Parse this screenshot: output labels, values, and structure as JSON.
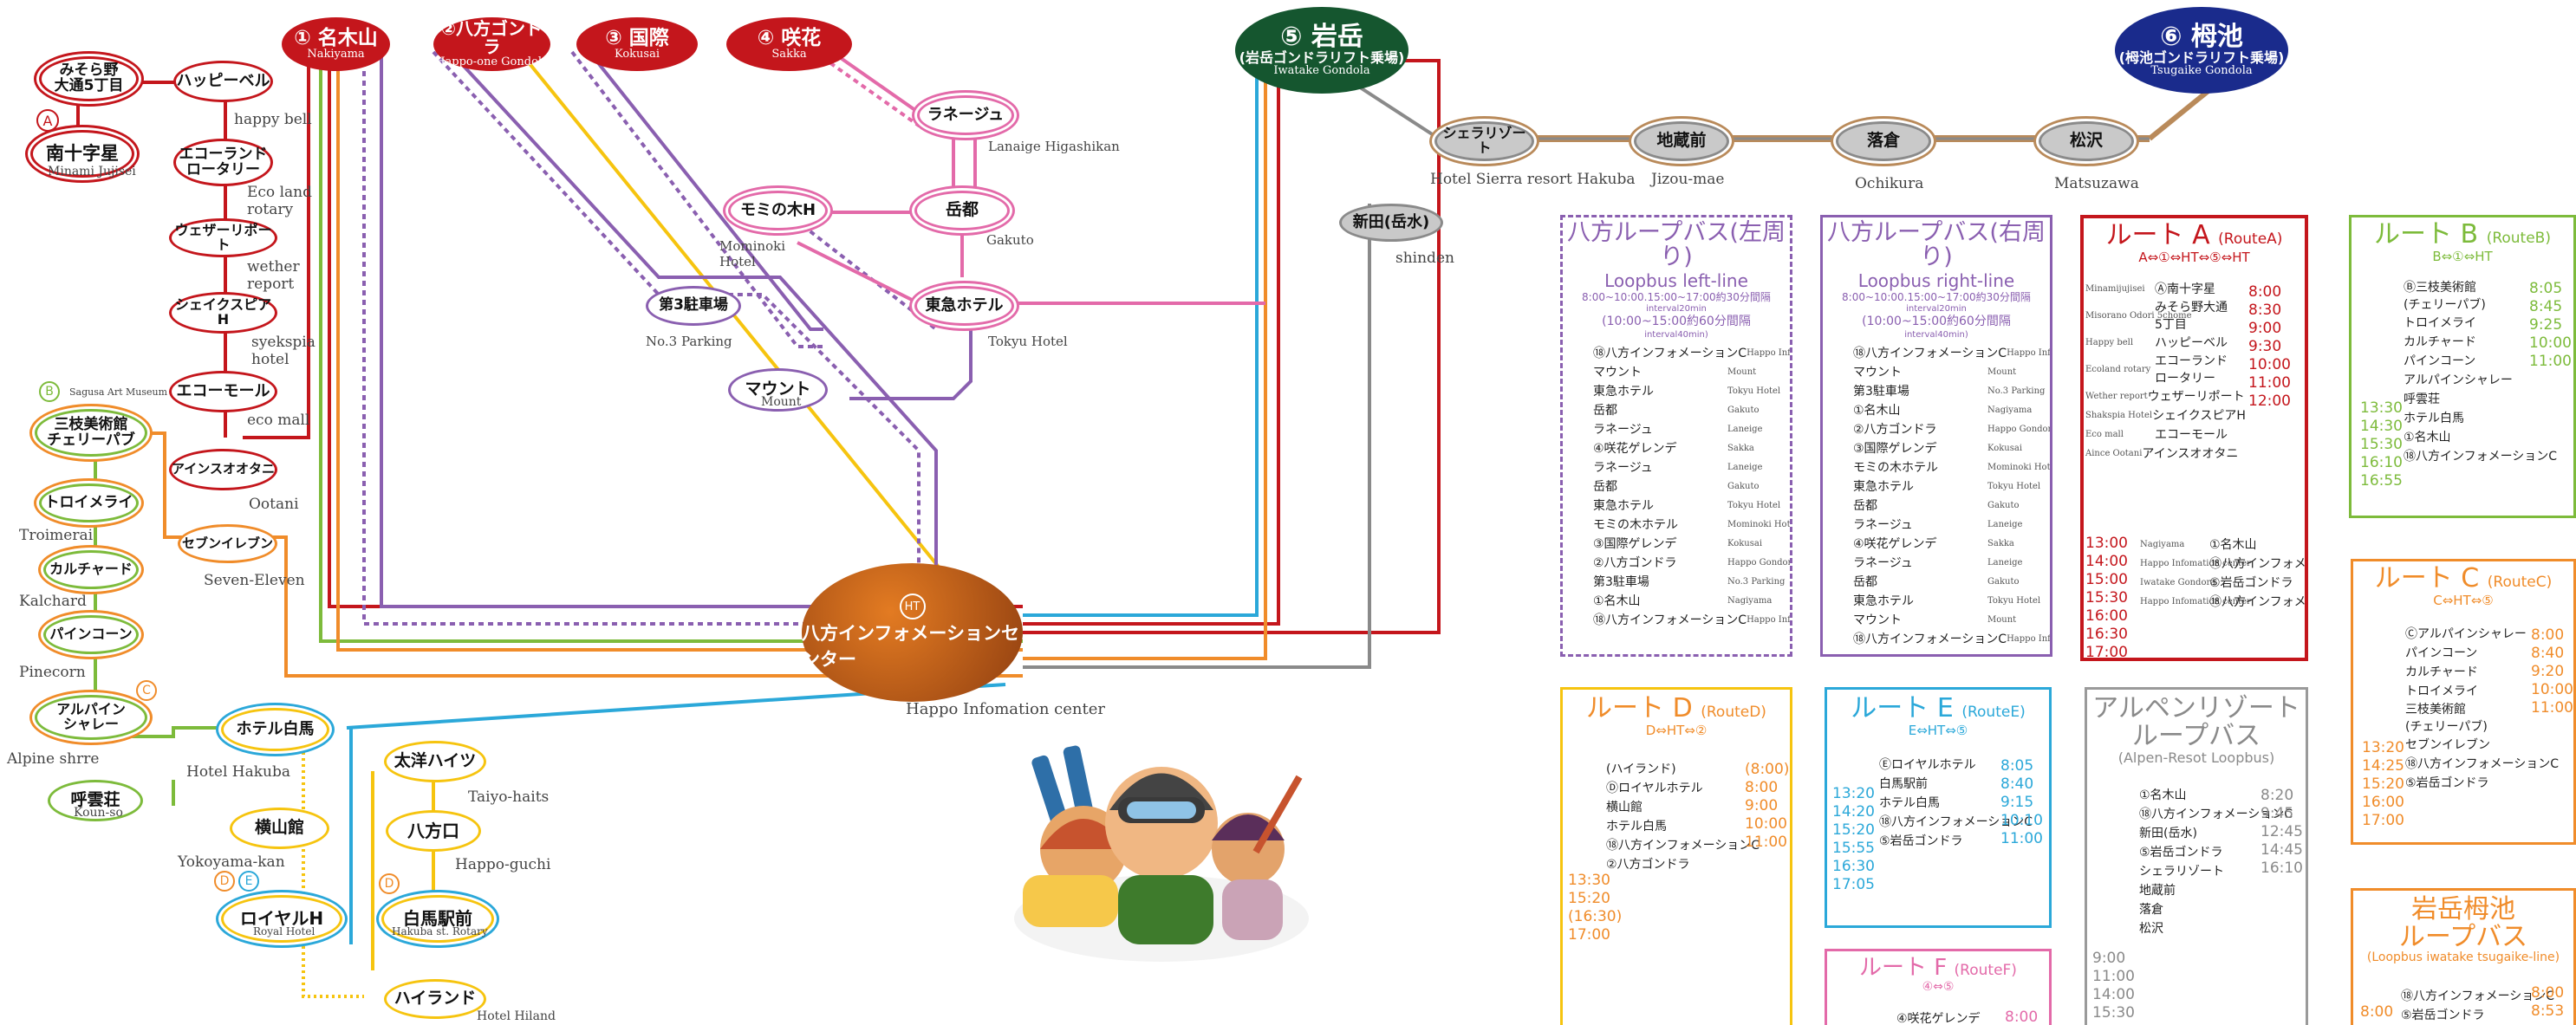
{
  "colors": {
    "red": "#c4161c",
    "pink": "#e36aa9",
    "purple": "#8a5fb0",
    "blue": "#2ba8d9",
    "orange": "#f08c2a",
    "green": "#7dbb3b",
    "yellow": "#f6c40f",
    "grey": "#8a8a8a",
    "brown": "#b98a5a",
    "navy": "#1a2b8c",
    "darkgreen": "#15562f"
  },
  "top": {
    "nakiyama": {
      "jp": "① 名木山",
      "en": "Nakiyama"
    },
    "happo_gondola": {
      "jp": "②八方ゴンドラ",
      "en": "Happo-one Gondola"
    },
    "kokusai": {
      "jp": "③ 国際",
      "en": "Kokusai"
    },
    "sakka": {
      "jp": "④ 咲花",
      "en": "Sakka"
    },
    "iwatake": {
      "jp": "⑤ 岩岳",
      "jp2": "(岩岳ゴンドラリフト乗場)",
      "en": "Iwatake Gondola"
    },
    "tsugaike": {
      "jp": "⑥ 栂池",
      "jp2": "(栂池ゴンドラリフト乗場)",
      "en": "Tsugaike Gondola"
    }
  },
  "center": {
    "badge": "HT",
    "jp": "八方インフォメーションセンター",
    "en": "Happo Infomation center"
  },
  "stops": {
    "misorano": "みそら野\n大通5丁目",
    "minamijujisei": "南十字星",
    "minamijujisei_en": "Minami Jujisei",
    "happybell": "ハッピーベル",
    "happybell_en": "happy bell",
    "ecoland": "エコーランド\nロータリー",
    "ecoland_en": "Eco land\nrotary",
    "weather": "ウェザーリポート",
    "weather_en": "wether\nreport",
    "shakes": "シェイクスピアH",
    "shakes_en": "syekspia\nhotel",
    "ecomall": "エコーモール",
    "ecomall_en": "eco mall",
    "otani": "アインスオオタニ",
    "otani_en": "Ootani",
    "seveneleven": "セブンイレブン",
    "seveneleven_en": "Seven-Eleven",
    "sanshi": "三枝美術館\nチェリーパブ",
    "sanshi_en": "Sagusa Art Museum",
    "toroi": "トロイメライ",
    "toroi_en": "Troimerai",
    "kal": "カルチャード",
    "kal_en": "Kalchard",
    "pine": "パインコーン",
    "pine_en": "Pinecorn",
    "alp": "アルパイン\nシャレー",
    "alp_en": "Alpine shrre",
    "koun": "呼雲荘",
    "koun_en": "Koun-so",
    "hakuba": "ホテル白馬",
    "hakuba_en": "Hotel Hakuba",
    "yokoyama": "横山館",
    "yokoyama_en": "Yokoyama-kan",
    "royal": "ロイヤルH",
    "royal_en": "Royal Hotel",
    "taiyo": "太洋ハイツ",
    "taiyo_en": "Taiyo-haits",
    "happoguchi": "八方口",
    "happoguchi_en": "Happo-guchi",
    "hakubast": "白馬駅前",
    "hakubast_en": "Hakuba st. Rotary",
    "hiland": "ハイランド",
    "hiland_en": "Hotel Hiland",
    "lanaige": "ラネージュ",
    "lanaige_en": "Lanaige Higashikan",
    "momi": "モミの木H",
    "momi_en": "Mominoki\nHotel",
    "gakuto": "岳都",
    "gakuto_en": "Gakuto",
    "tokyu": "東急ホテル",
    "tokyu_en": "Tokyu Hotel",
    "no3": "第3駐車場",
    "no3_en": "No.3 Parking",
    "mount": "マウント",
    "mount_en": "Mount",
    "sierra": "シェラリゾート",
    "sierra_en": "Hotel Sierra resort Hakuba",
    "jizou": "地蔵前",
    "jizou_en": "Jizou-mae",
    "ochi": "落倉",
    "ochi_en": "Ochikura",
    "matsu": "松沢",
    "matsu_en": "Matsuzawa",
    "shinden": "新田(岳水)",
    "shinden_en": "shinden"
  },
  "markers": {
    "a": "A",
    "b": "B",
    "c": "C",
    "d": "D",
    "e": "E"
  },
  "panels": {
    "loop_left": {
      "title": "八方ループバス(左周り)",
      "sub": "Loopbus left-line",
      "note1": "8:00~10:00.15:00~17:00約30分間隔",
      "note1en": "interval20min",
      "note2": "(10:00~15:00約60分間隔",
      "note2en": "interval40min)",
      "rows": [
        [
          "⑱八方インフォメーションC",
          "Happo Infomation center"
        ],
        [
          "マウント",
          "Mount"
        ],
        [
          "東急ホテル",
          "Tokyu Hotel"
        ],
        [
          "岳都",
          "Gakuto"
        ],
        [
          "ラネージュ",
          "Laneige"
        ],
        [
          "④咲花ゲレンデ",
          "Sakka"
        ],
        [
          "ラネージュ",
          "Laneige"
        ],
        [
          "岳都",
          "Gakuto"
        ],
        [
          "東急ホテル",
          "Tokyu Hotel"
        ],
        [
          "モミの木ホテル",
          "Mominoki Hotel"
        ],
        [
          "③国際ゲレンデ",
          "Kokusai"
        ],
        [
          "②八方ゴンドラ",
          "Happo Gondora"
        ],
        [
          "第3駐車場",
          "No.3 Parking"
        ],
        [
          "①名木山",
          "Nagiyama"
        ],
        [
          "⑱八方インフォメーションC",
          "Happo Infomation center"
        ]
      ]
    },
    "loop_right": {
      "title": "八方ループバス(右周り)",
      "sub": "Loopbus right-line",
      "note1": "8:00~10:00.15:00~17:00約30分間隔",
      "note1en": "interval20min",
      "note2": "(10:00~15:00約60分間隔",
      "note2en": "interval40min)",
      "rows": [
        [
          "⑱八方インフォメーションC",
          "Happo Infomation center"
        ],
        [
          "マウント",
          "Mount"
        ],
        [
          "第3駐車場",
          "No.3 Parking"
        ],
        [
          "①名木山",
          "Nagiyama"
        ],
        [
          "②八方ゴンドラ",
          "Happo Gondora"
        ],
        [
          "③国際ゲレンデ",
          "Kokusai"
        ],
        [
          "モミの木ホテル",
          "Mominoki Hotel"
        ],
        [
          "東急ホテル",
          "Tokyu Hotel"
        ],
        [
          "岳都",
          "Gakuto"
        ],
        [
          "ラネージュ",
          "Laneige"
        ],
        [
          "④咲花ゲレンデ",
          "Sakka"
        ],
        [
          "ラネージュ",
          "Laneige"
        ],
        [
          "岳都",
          "Gakuto"
        ],
        [
          "東急ホテル",
          "Tokyu Hotel"
        ],
        [
          "マウント",
          "Mount"
        ],
        [
          "⑱八方インフォメーションC",
          "Happo Infomation center"
        ]
      ]
    },
    "route_a": {
      "title": "ルート A",
      "tag": "(RouteA)",
      "sub": "A⇔①⇔HT⇔⑤⇔HT",
      "rows": [
        "Ⓐ南十字星",
        "みそら野大通\n5丁目",
        "ハッピーベル",
        "エコーランド\nロータリー",
        "ウェザーリポート",
        "シェイクスピアH",
        "エコーモール",
        "アインスオオタニ"
      ],
      "rows_en": [
        "Minamijujisei",
        "Misorano Odori 5chome",
        "Happy bell",
        "Ecoland rotary",
        "Wether report",
        "Shakspia Hotel",
        "Eco mall",
        "Aince Ootani"
      ],
      "times1": [
        "8:00",
        "8:30",
        "9:00",
        "9:30",
        "10:00",
        "11:00",
        "12:00"
      ],
      "rows2": [
        "①名木山",
        "⑱八方インフォメーションC",
        "⑤岩岳ゴンドラ",
        "⑱八方インフォメーションC"
      ],
      "rows2_en": [
        "Nagiyama",
        "Happo Infomation center",
        "Iwatake Gondora",
        "Happo Infomation center"
      ],
      "times2": [
        "13:00",
        "14:00",
        "15:00",
        "15:30",
        "16:00",
        "16:30",
        "17:00"
      ]
    },
    "route_b": {
      "title": "ルート B",
      "tag": "(RouteB)",
      "sub": "B⇔①⇔HT",
      "rows": [
        "Ⓑ三枝美術館\n(チェリーパブ)",
        "トロイメライ",
        "カルチャード",
        "パインコーン",
        "アルパインシャレー",
        "呼雲荘",
        "ホテル白馬",
        "①名木山",
        "⑱八方インフォメーションC"
      ],
      "times1": [
        "8:05",
        "8:45",
        "9:25",
        "10:00",
        "11:00"
      ],
      "times2": [
        "13:30",
        "14:30",
        "15:30",
        "16:10",
        "16:55"
      ]
    },
    "route_c": {
      "title": "ルート C",
      "tag": "(RouteC)",
      "sub": "C⇔HT⇔⑤",
      "rows": [
        "Ⓒアルパインシャレー",
        "パインコーン",
        "カルチャード",
        "トロイメライ",
        "三枝美術館\n(チェリーパブ)",
        "セブンイレブン",
        "⑱八方インフォメーションC",
        "⑤岩岳ゴンドラ"
      ],
      "times1": [
        "8:00",
        "8:40",
        "9:20",
        "10:00",
        "11:00"
      ],
      "times2": [
        "13:20",
        "14:25",
        "15:20",
        "16:00",
        "17:00"
      ]
    },
    "route_d": {
      "title": "ルート D",
      "tag": "(RouteD)",
      "sub": "D⇔HT⇔②",
      "rows": [
        "(ハイランド)",
        "Ⓓロイヤルホテル",
        "横山館",
        "ホテル白馬",
        "⑱八方インフォメーションC",
        "②八方ゴンドラ"
      ],
      "times1": [
        "(8:00)",
        "8:00",
        "9:00",
        "10:00",
        "11:00"
      ],
      "times2": [
        "13:30",
        "15:20",
        "(16:30)",
        "17:00"
      ]
    },
    "route_e": {
      "title": "ルート E",
      "tag": "(RouteE)",
      "sub": "E⇔HT⇔⑤",
      "rows": [
        "Ⓔロイヤルホテル",
        "白馬駅前",
        "ホテル白馬",
        "⑱八方インフォメーションC",
        "⑤岩岳ゴンドラ"
      ],
      "times1": [
        "8:05",
        "8:40",
        "9:15",
        "10:10",
        "11:00"
      ],
      "times2": [
        "13:20",
        "14:20",
        "15:20",
        "15:55",
        "16:30",
        "17:05"
      ]
    },
    "alpen": {
      "title": "アルペンリゾート\nループバス",
      "sub": "(Alpen-Resot Loopbus)",
      "rows": [
        "①名木山",
        "⑱八方インフォメーションC",
        "新田(岳水)",
        "⑤岩岳ゴンドラ",
        "シェラリゾート",
        "地蔵前",
        "落倉",
        "松沢"
      ],
      "times1": [
        "8:20",
        "9:45",
        "12:45",
        "14:45",
        "16:10"
      ],
      "times2": [
        "9:00",
        "11:00",
        "14:00",
        "15:30"
      ]
    },
    "route_f": {
      "title": "ルート F",
      "tag": "(RouteF)",
      "sub": "④⇔⑤",
      "rows": [
        "④咲花ゲレンデ"
      ],
      "times1": [
        "8:00"
      ]
    },
    "iwatake_loop": {
      "title": "岩岳栂池\nループバス",
      "sub": "(Loopbus iwatake tsugaike-line)",
      "rows": [
        "⑱八方インフォメーションC",
        "⑤岩岳ゴンドラ"
      ],
      "times1": [
        "8:00",
        "8:53"
      ],
      "times2": [
        "8:00"
      ]
    }
  }
}
